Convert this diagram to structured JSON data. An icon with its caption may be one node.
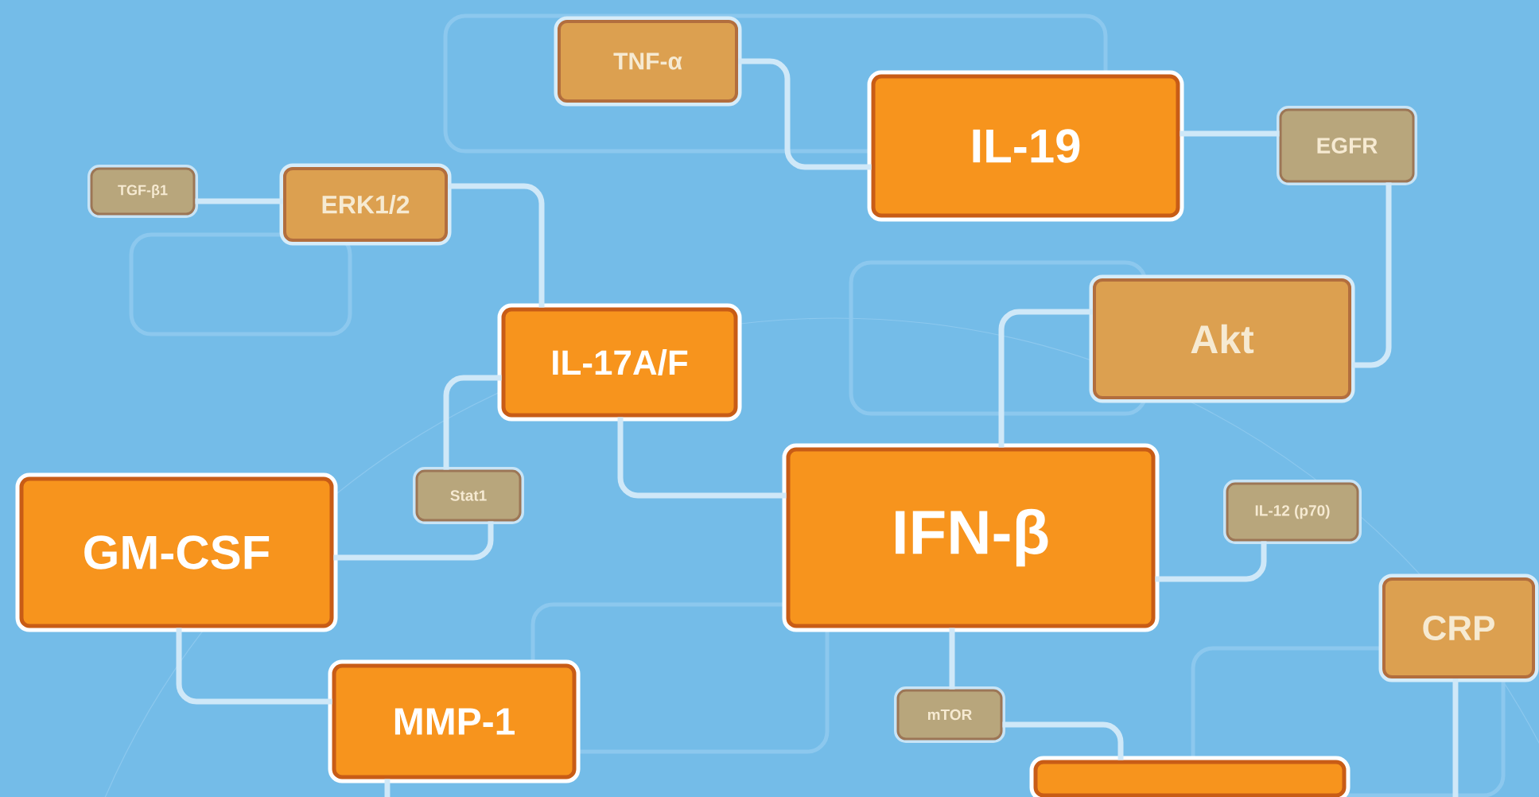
{
  "diagram": {
    "nodes": [
      {
        "text": [
          "TNF-α"
        ]
      },
      {
        "text": [
          "IL-19"
        ]
      },
      {
        "text": [
          "EGFR"
        ]
      },
      {
        "text": [
          "TGF-β1"
        ]
      },
      {
        "text": [
          "ERK1/2"
        ]
      },
      {
        "text": [
          "Akt"
        ]
      },
      {
        "text": [
          "IL-17A/F"
        ]
      },
      {
        "text": [
          "Stat1"
        ]
      },
      {
        "text": [
          "GM-CSF"
        ]
      },
      {
        "text": [
          "IFN-β"
        ]
      },
      {
        "text": [
          "IL-12 (p70)"
        ]
      },
      {
        "text": [
          "CRP"
        ]
      },
      {
        "text": [
          "MMP-1"
        ]
      },
      {
        "text": [
          "mTOR"
        ]
      },
      {
        "text": [],
        "shape": "box"
      }
    ],
    "edges": [
      {
        "from": 0,
        "to": 1,
        "arrow": "none"
      },
      {
        "from": 1,
        "to": 2,
        "arrow": "none"
      },
      {
        "from": 2,
        "to": 5,
        "arrow": "none"
      },
      {
        "from": 3,
        "to": 4,
        "arrow": "none"
      },
      {
        "from": 4,
        "to": 6,
        "arrow": "none"
      },
      {
        "from": 6,
        "to": 7,
        "arrow": "none"
      },
      {
        "from": 6,
        "to": 9,
        "arrow": "none"
      },
      {
        "from": 7,
        "to": 8,
        "arrow": "none"
      },
      {
        "from": 5,
        "to": 9,
        "arrow": "none"
      },
      {
        "from": 9,
        "to": 10,
        "arrow": "none"
      },
      {
        "from": 8,
        "to": 12,
        "arrow": "none"
      },
      {
        "from": 9,
        "to": 13,
        "arrow": "none"
      },
      {
        "from": 13,
        "to": 14,
        "arrow": "none"
      },
      {
        "from": 11,
        "to": null,
        "arrow": "none"
      },
      {
        "from": 12,
        "to": null,
        "arrow": "none"
      }
    ]
  }
}
